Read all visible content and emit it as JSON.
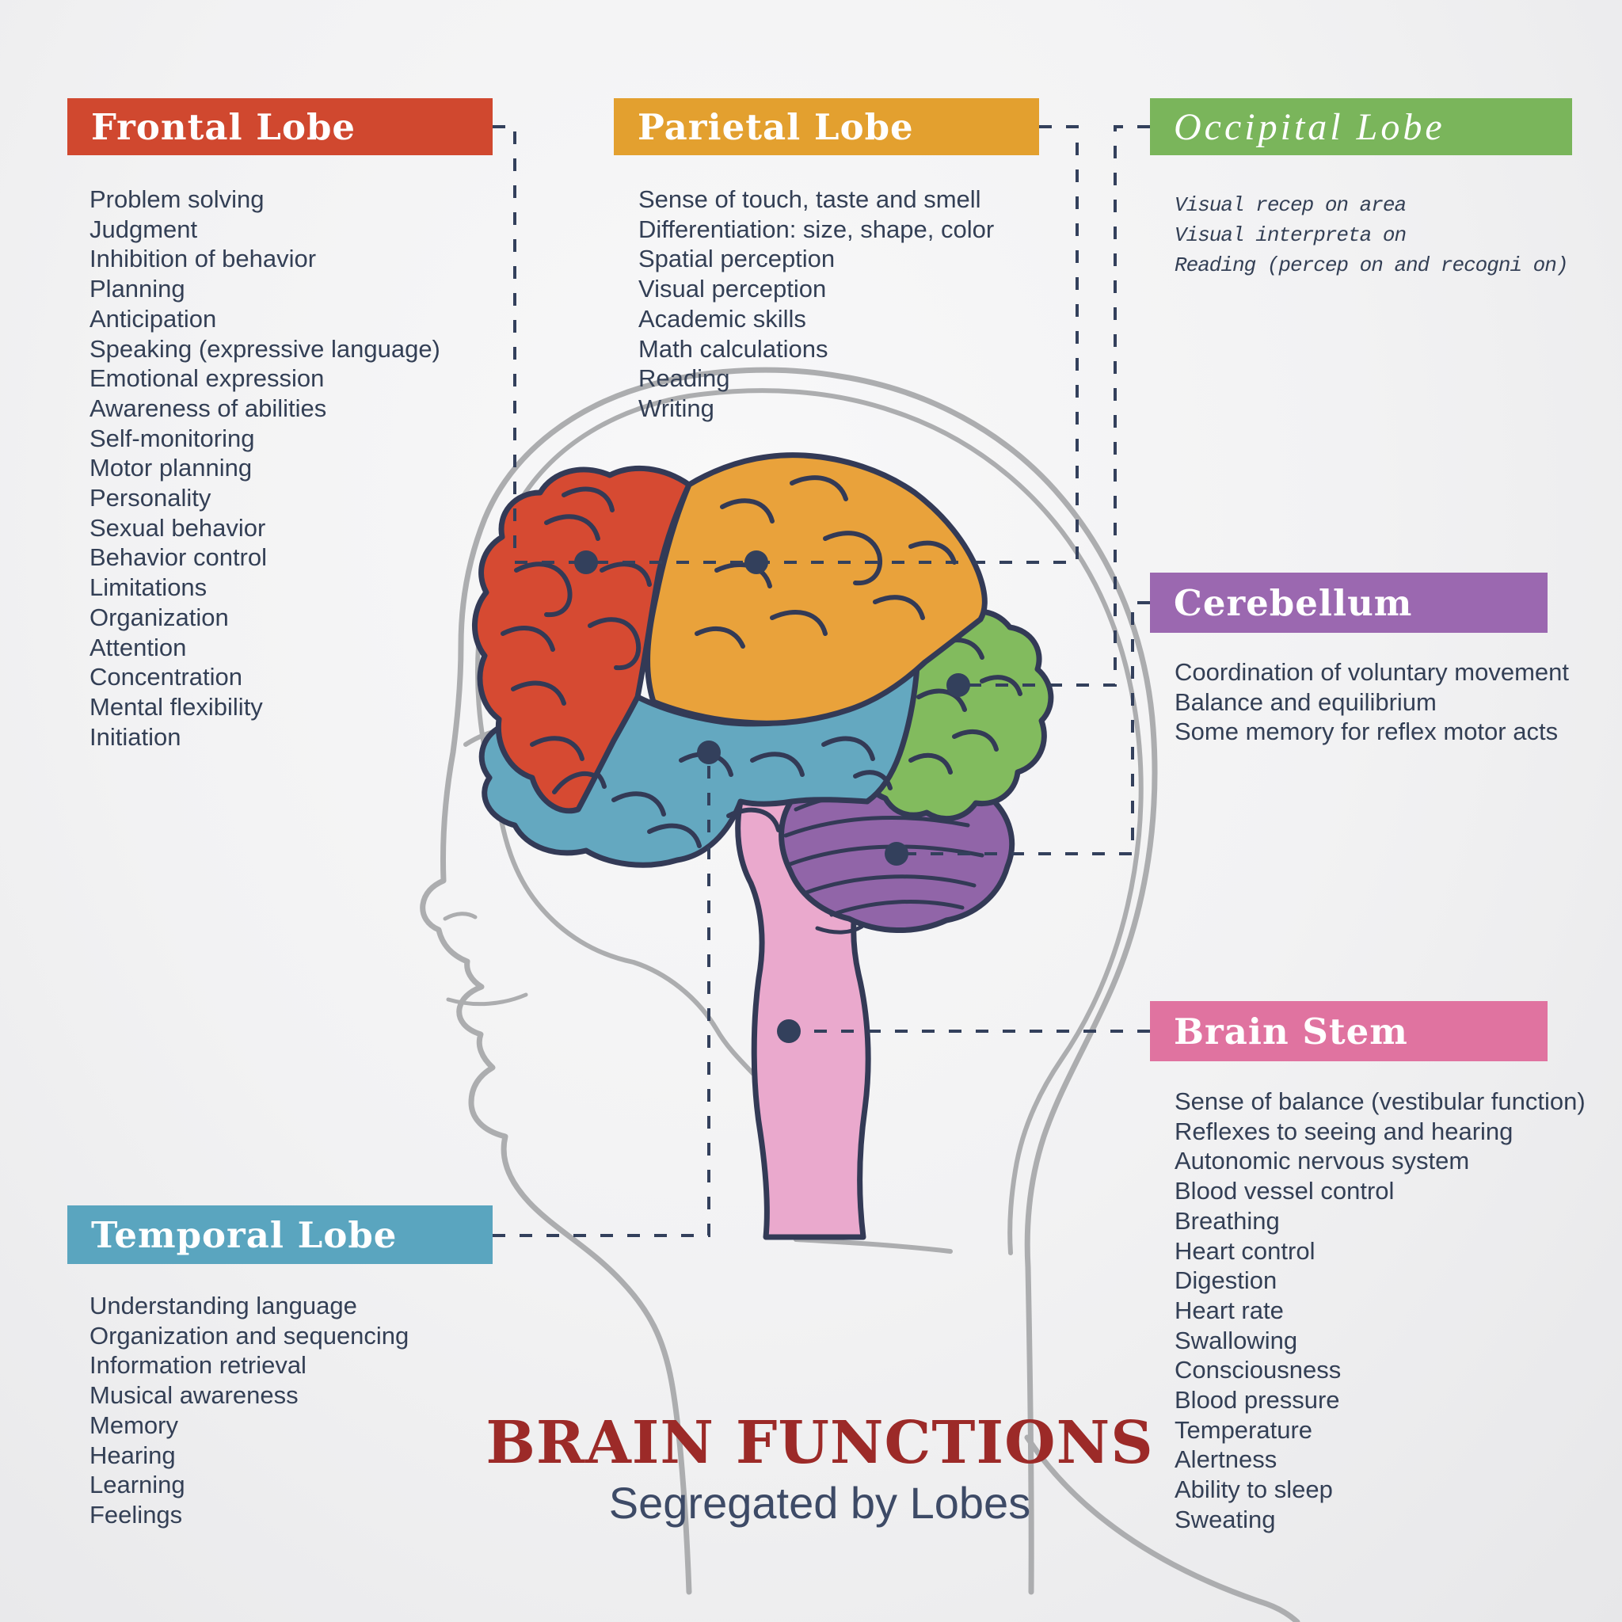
{
  "title": {
    "main": "BRAIN FUNCTIONS",
    "subtitle": "Segregated by Lobes",
    "main_color": "#9c2a28",
    "subtitle_color": "#3d4a66"
  },
  "panels": {
    "frontal": {
      "label": "Frontal Lobe",
      "color": "#d0482f",
      "items": [
        "Problem solving",
        "Judgment",
        "Inhibition of behavior",
        "Planning",
        "Anticipation",
        "Speaking (expressive language)",
        "Emotional expression",
        "Awareness of abilities",
        "Self-monitoring",
        "Motor planning",
        "Personality",
        "Sexual behavior",
        "Behavior control",
        "Limitations",
        "Organization",
        "Attention",
        "Concentration",
        "Mental flexibility",
        "Initiation"
      ]
    },
    "parietal": {
      "label": "Parietal Lobe",
      "color": "#e3a02f",
      "items": [
        "Sense of touch, taste and smell",
        "Differentiation: size, shape, color",
        "Spatial perception",
        "Visual perception",
        "Academic skills",
        "Math calculations",
        "Reading",
        "Writing"
      ]
    },
    "occipital": {
      "label": "Occipital Lobe",
      "color": "#7ab55b",
      "items": [
        "Visual recep on area",
        "Visual interpreta on",
        "Reading (percep on and recogni on)"
      ]
    },
    "cerebellum": {
      "label": "Cerebellum",
      "color": "#9b68b0",
      "items": [
        "Coordination of voluntary movement",
        "Balance and equilibrium",
        "Some memory for reflex motor acts"
      ]
    },
    "brainstem": {
      "label": "Brain Stem",
      "color": "#e073a0",
      "items": [
        "Sense of balance (vestibular function)",
        "Reflexes to seeing and hearing",
        "Autonomic nervous system",
        "Blood vessel control",
        "Breathing",
        "Heart control",
        "Digestion",
        "Heart rate",
        "Swallowing",
        "Consciousness",
        "Blood pressure",
        "Temperature",
        "Alertness",
        "Ability to sleep",
        "Sweating"
      ]
    },
    "temporal": {
      "label": "Temporal Lobe",
      "color": "#5aa5bf",
      "items": [
        "Understanding language",
        "Organization and sequencing",
        "Information retrieval",
        "Musical awareness",
        "Memory",
        "Hearing",
        "Learning",
        "Feelings"
      ]
    }
  },
  "diagram": {
    "lobe_fills": {
      "frontal": "#d64a32",
      "parietal": "#e9a23b",
      "temporal": "#64a8c0",
      "occipital": "#82bb5e",
      "cerebellum": "#9165a8",
      "brainstem": "#eaa9cd"
    },
    "outline_color": "#333a56",
    "line_color": "#33405c",
    "head_color": "#acadaf",
    "text_color": "#333f55"
  }
}
